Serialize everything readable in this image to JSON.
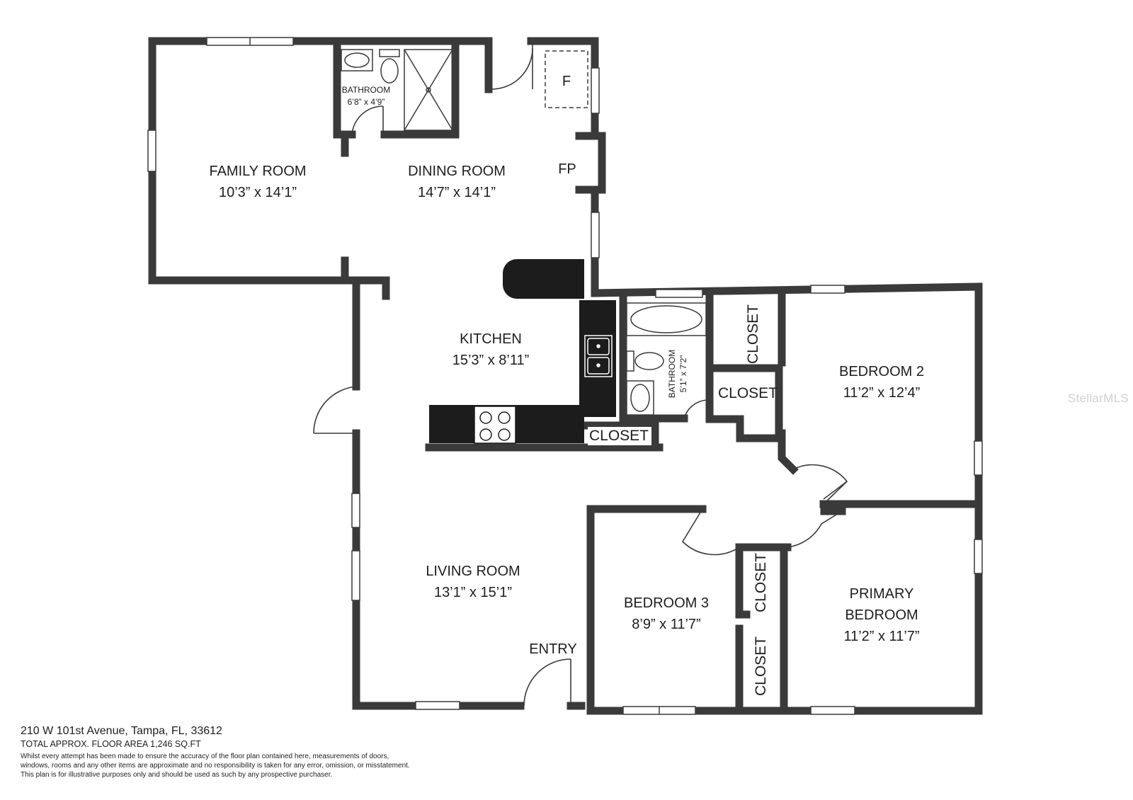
{
  "rooms": {
    "family_room": {
      "name": "FAMILY ROOM",
      "dims": "10’3” x 14’1”"
    },
    "dining_room": {
      "name": "DINING ROOM",
      "dims": "14’7” x 14’1”"
    },
    "bathroom_top": {
      "name": "BATHROOM",
      "dims": "6’8” x 4’9”"
    },
    "kitchen": {
      "name": "KITCHEN",
      "dims": "15’3” x 8’11”"
    },
    "bathroom_hall": {
      "name": "BATHROOM",
      "dims": "5’1” x 7’2”"
    },
    "bedroom_2": {
      "name": "BEDROOM 2",
      "dims": "11’2” x 12’4”"
    },
    "living_room": {
      "name": "LIVING ROOM",
      "dims": "13’1” x 15’1”"
    },
    "bedroom_3": {
      "name": "BEDROOM 3",
      "dims": "8’9” x 11’7”"
    },
    "primary_bedroom": {
      "name_line1": "PRIMARY",
      "name_line2": "BEDROOM",
      "dims": "11’2” x 11’7”"
    }
  },
  "labels": {
    "fireplace": "FP",
    "furnace": "F",
    "entry": "ENTRY",
    "closet": "CLOSET"
  },
  "footer": {
    "address": "210 W 101st Avenue, Tampa, FL, 33612",
    "area": "TOTAL APPROX. FLOOR AREA 1,246 SQ.FT",
    "disclaimer_1": "Whilst every attempt has been made to ensure the accuracy of the floor plan contained here, measurements of doors,",
    "disclaimer_2": "windows, rooms and any other items are approximate and no responsibility is taken for any error, omission, or misstatement.",
    "disclaimer_3": "This plan is for illustrative purposes only and should be used as such by any prospective purchaser."
  },
  "watermark": "StellarMLS",
  "colors": {
    "wall": "#3a3a3a",
    "counter": "#1c1c1c",
    "window": "#ffffff"
  }
}
